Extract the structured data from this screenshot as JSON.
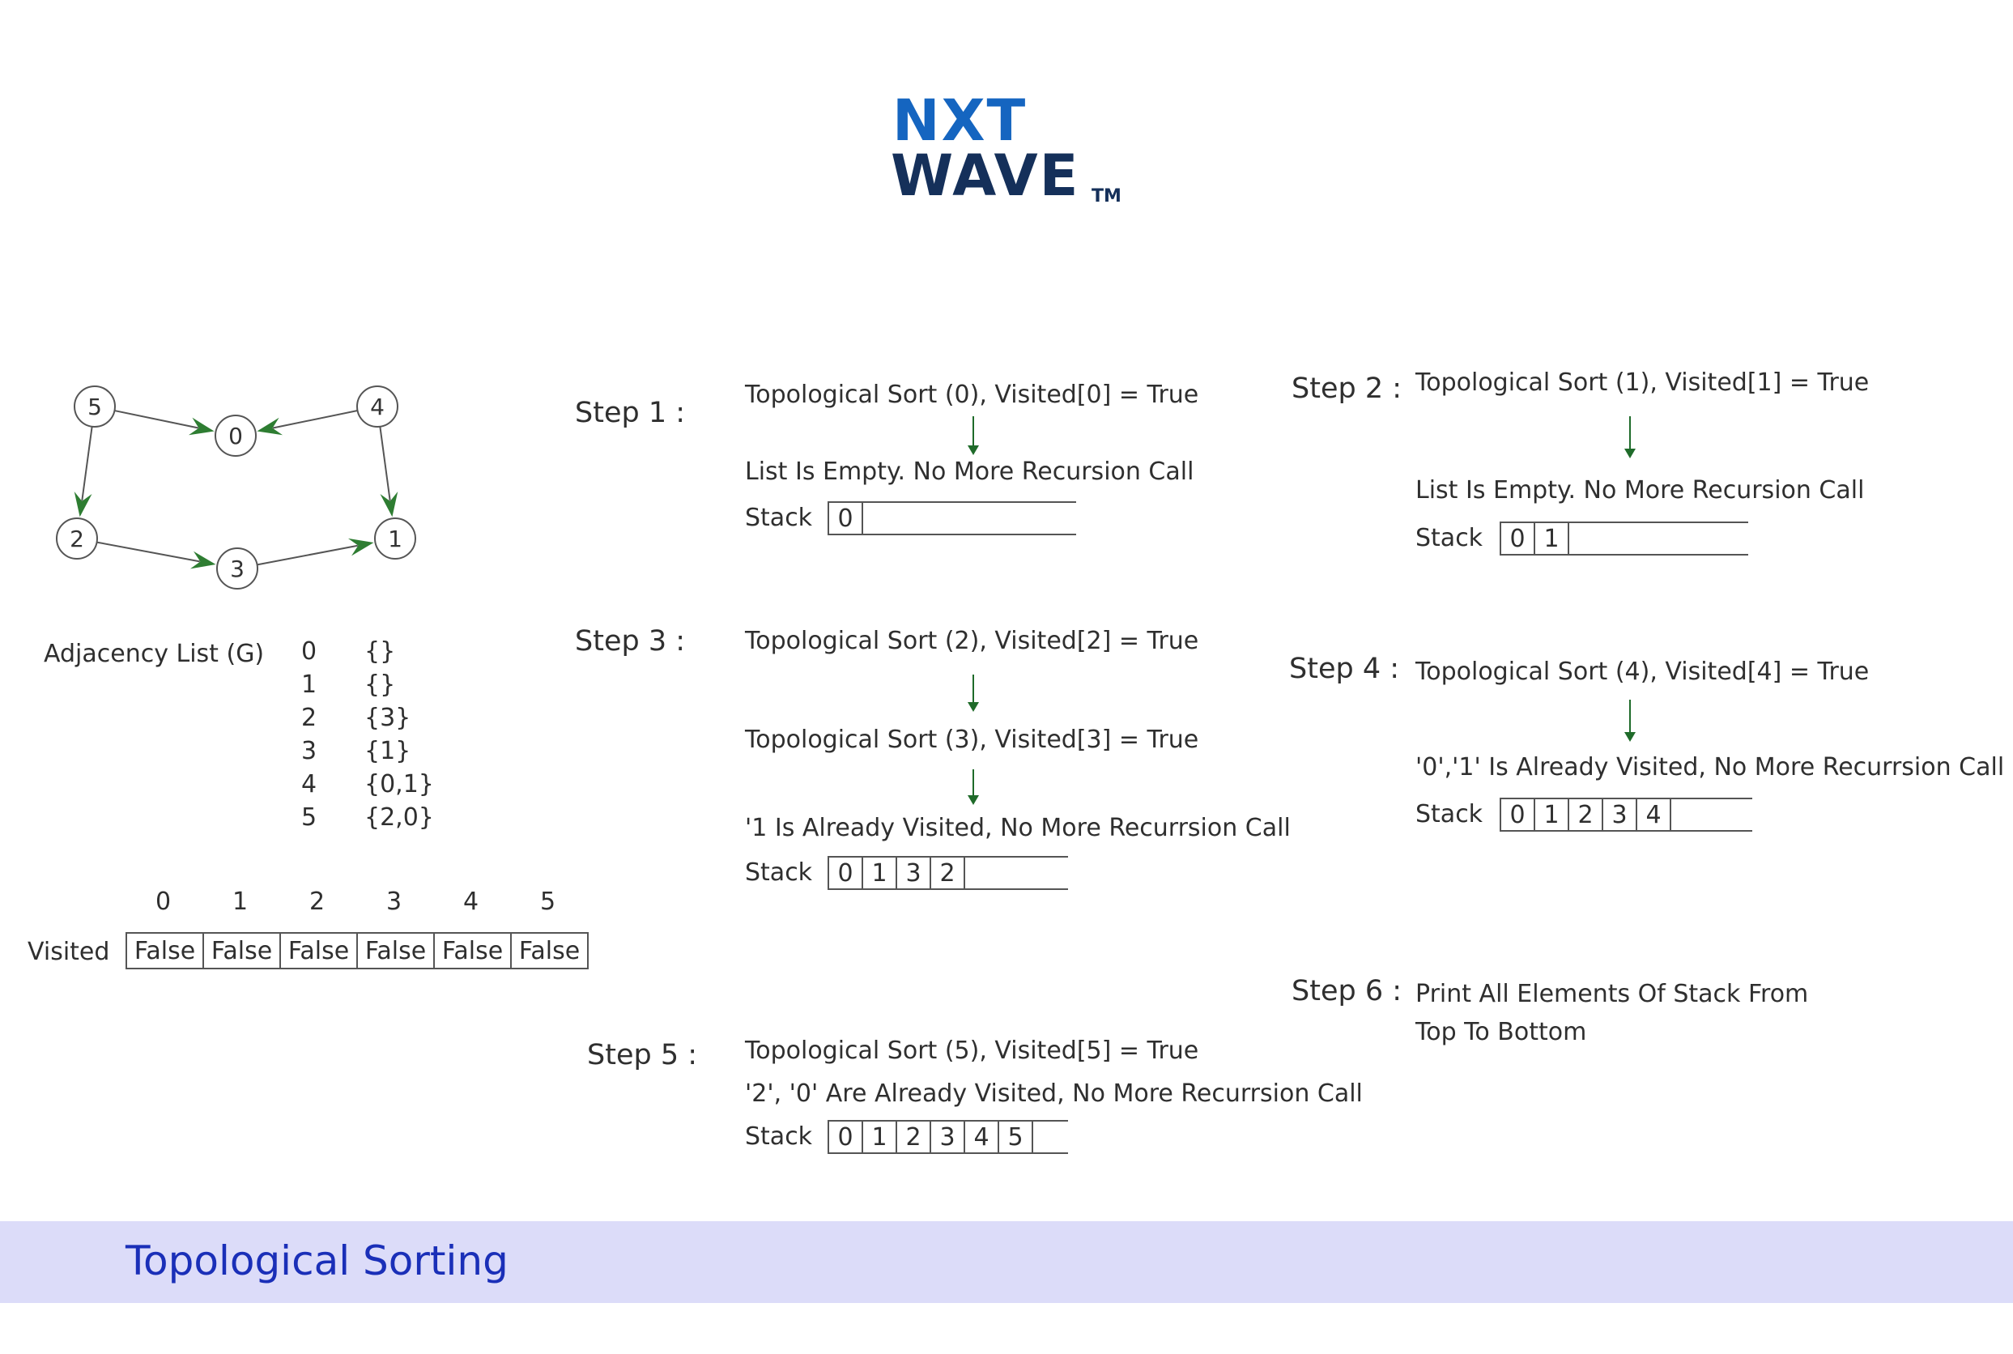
{
  "logo": {
    "line1": "NXT",
    "line2": "WAVE",
    "tm": "TM"
  },
  "graph": {
    "nodes": [
      {
        "id": "0",
        "label": "0"
      },
      {
        "id": "1",
        "label": "1"
      },
      {
        "id": "2",
        "label": "2"
      },
      {
        "id": "3",
        "label": "3"
      },
      {
        "id": "4",
        "label": "4"
      },
      {
        "id": "5",
        "label": "5"
      }
    ],
    "edges": [
      {
        "from": "5",
        "to": "0"
      },
      {
        "from": "4",
        "to": "0"
      },
      {
        "from": "5",
        "to": "2"
      },
      {
        "from": "4",
        "to": "1"
      },
      {
        "from": "2",
        "to": "3"
      },
      {
        "from": "3",
        "to": "1"
      }
    ],
    "edge_color": "#2e7d32"
  },
  "adjacency": {
    "title": "Adjacency List (G)",
    "rows": [
      {
        "key": "0",
        "value": "{}"
      },
      {
        "key": "1",
        "value": "{}"
      },
      {
        "key": "2",
        "value": "{3}"
      },
      {
        "key": "3",
        "value": "{1}"
      },
      {
        "key": "4",
        "value": "{0,1}"
      },
      {
        "key": "5",
        "value": "{2,0}"
      }
    ]
  },
  "visited": {
    "label": "Visited",
    "indices": [
      "0",
      "1",
      "2",
      "3",
      "4",
      "5"
    ],
    "values": [
      "False",
      "False",
      "False",
      "False",
      "False",
      "False"
    ]
  },
  "steps": {
    "s1": {
      "label": "Step 1 :",
      "call": "Topological Sort (0), Visited[0] = True",
      "note": "List Is Empty. No More Recursion Call",
      "stack_label": "Stack",
      "stack": [
        "0"
      ]
    },
    "s2": {
      "label": "Step 2 :",
      "call": "Topological Sort (1), Visited[1] = True",
      "note": "List Is Empty. No More Recursion Call",
      "stack_label": "Stack",
      "stack": [
        "0",
        "1"
      ]
    },
    "s3": {
      "label": "Step 3 :",
      "call1": "Topological Sort (2), Visited[2] = True",
      "call2": "Topological Sort (3), Visited[3] = True",
      "note": "'1 Is Already Visited, No More Recurrsion Call",
      "stack_label": "Stack",
      "stack": [
        "0",
        "1",
        "3",
        "2"
      ]
    },
    "s4": {
      "label": "Step 4 :",
      "call": "Topological Sort (4), Visited[4] = True",
      "note": "'0','1' Is Already Visited, No More Recurrsion Call",
      "stack_label": "Stack",
      "stack": [
        "0",
        "1",
        "2",
        "3",
        "4"
      ]
    },
    "s5": {
      "label": "Step 5 :",
      "call": "Topological Sort (5), Visited[5] = True",
      "note": "'2', '0' Are Already Visited, No More Recurrsion Call",
      "stack_label": "Stack",
      "stack": [
        "0",
        "1",
        "2",
        "3",
        "4",
        "5"
      ]
    },
    "s6": {
      "label": "Step 6 :",
      "line1": "Print All Elements Of Stack From",
      "line2": "Top To Bottom"
    }
  },
  "footer": {
    "title": "Topological Sorting"
  },
  "colors": {
    "accent_blue": "#1a2fb8",
    "footer_bg": "#dcdcf9",
    "logo_blue": "#1565c0",
    "logo_dark": "#15305a"
  }
}
